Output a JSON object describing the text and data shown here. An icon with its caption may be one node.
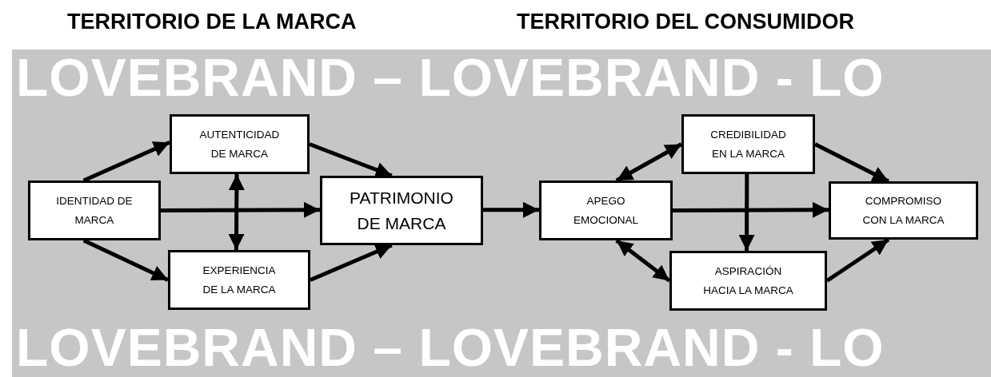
{
  "diagram": {
    "nodes": [
      {
        "text": [
          "IDENTIDAD DE MARCA"
        ]
      },
      {
        "text": [
          "AUTENTICIDAD DE MARCA"
        ]
      },
      {
        "text": [
          "EXPERIENCIA DE LA MARCA"
        ]
      },
      {
        "text": [
          "PATRIMONIO DE MARCA"
        ]
      },
      {
        "text": [
          "APEGO EMOCIONAL"
        ]
      },
      {
        "text": [
          "CREDIBILIDAD EN LA MARCA"
        ]
      },
      {
        "text": [
          "ASPIRACIÓN HACIA LA MARCA"
        ]
      },
      {
        "text": [
          "COMPROMISO CON LA MARCA"
        ]
      }
    ],
    "edges": [
      {
        "from": 0,
        "to": 1,
        "arrow": "to"
      },
      {
        "from": 0,
        "to": 2,
        "arrow": "to"
      },
      {
        "from": 0,
        "to": 3,
        "arrow": "to"
      },
      {
        "from": 1,
        "to": 2,
        "arrow": "both"
      },
      {
        "from": 1,
        "to": 3,
        "arrow": "to"
      },
      {
        "from": 2,
        "to": 3,
        "arrow": "to"
      },
      {
        "from": 3,
        "to": 4,
        "arrow": "to"
      },
      {
        "from": 4,
        "to": 5,
        "arrow": "both"
      },
      {
        "from": 4,
        "to": 6,
        "arrow": "both"
      },
      {
        "from": 5,
        "to": 6,
        "arrow": "to"
      },
      {
        "from": 5,
        "to": 7,
        "arrow": "to"
      },
      {
        "from": 4,
        "to": 7,
        "arrow": "to"
      },
      {
        "from": 6,
        "to": 7,
        "arrow": "to"
      }
    ],
    "labels": [
      "TERRITORIO DE LA MARCA",
      "TERRITORIO DEL CONSUMIDOR",
      "LOVEBRAND – LOVEBRAND - LO",
      "LOVEBRAND – LOVEBRAND - LO"
    ]
  }
}
